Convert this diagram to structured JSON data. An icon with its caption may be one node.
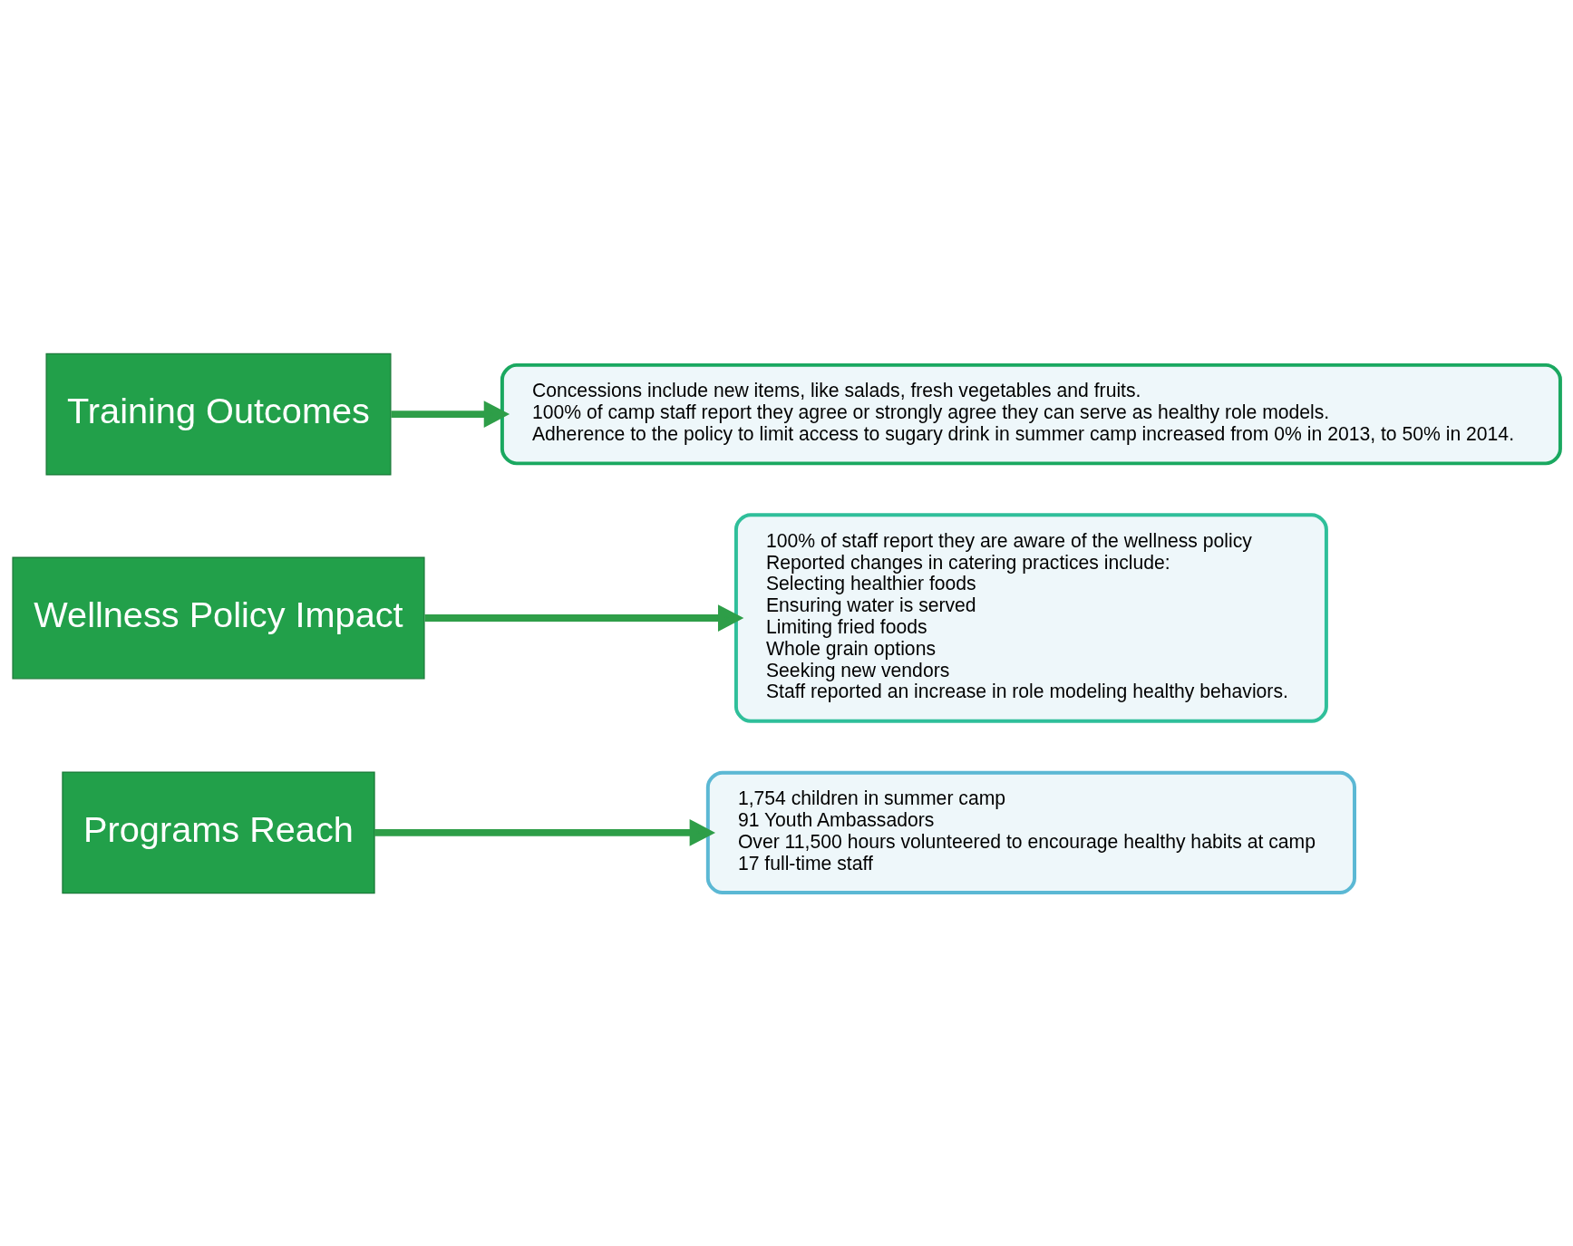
{
  "diagram": {
    "nodes": [
      {
        "text": [
          "Programs Reach"
        ]
      },
      {
        "text": [
          "1,754 children in summer camp",
          "91 Youth Ambassadors",
          "Over 11,500 hours volunteered to encourage healthy habits at camp",
          "17 full-time staff"
        ]
      },
      {
        "text": [
          "Wellness Policy Impact"
        ]
      },
      {
        "text": [
          "100% of staff report they are aware of the wellness policy",
          "Reported changes in catering practices include:",
          "Selecting healthier foods",
          "Ensuring water is served",
          "Limiting fried foods",
          "Whole grain options",
          "Seeking new vendors",
          "Staff reported an increase in role modeling healthy behaviors."
        ]
      },
      {
        "text": [
          "Training Outcomes"
        ]
      },
      {
        "text": [
          "Concessions include new items, like salads, fresh vegetables and fruits.",
          "100% of camp staff report they agree or strongly agree they can serve as healthy role models.",
          "Adherence to the policy to limit access to sugary drink in summer camp increased from 0% in 2013, to 50% in 2014."
        ]
      }
    ],
    "edges": [
      {
        "from": 0,
        "to": 1,
        "arrow": "to"
      },
      {
        "from": 2,
        "to": 3,
        "arrow": "to"
      },
      {
        "from": 4,
        "to": 5,
        "arrow": "to"
      }
    ]
  }
}
